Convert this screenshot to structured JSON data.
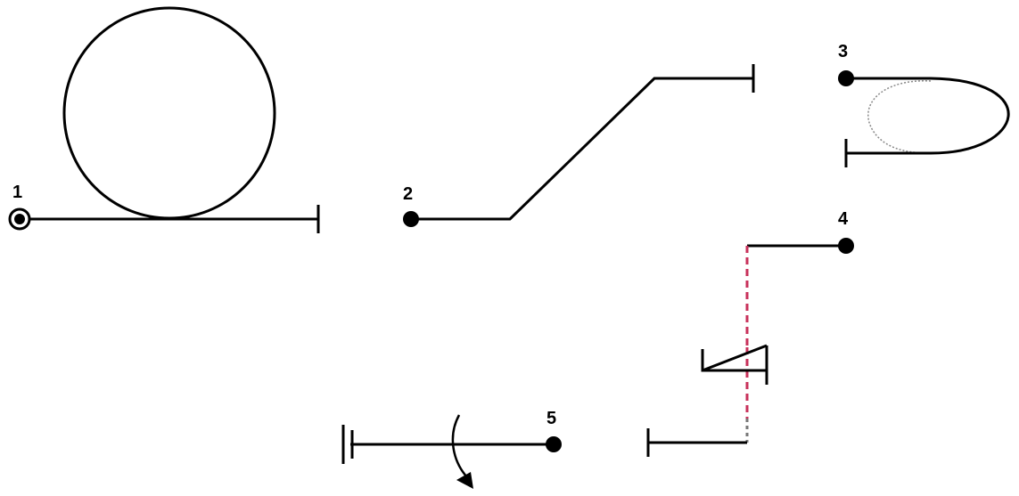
{
  "labels": {
    "diagram1": "1",
    "diagram2": "2",
    "diagram3": "3",
    "diagram4": "4",
    "diagram5": "5"
  },
  "colors": {
    "stroke": "#000000",
    "dashed_segment": "#c8305a",
    "hidden_loop": "#888888"
  }
}
